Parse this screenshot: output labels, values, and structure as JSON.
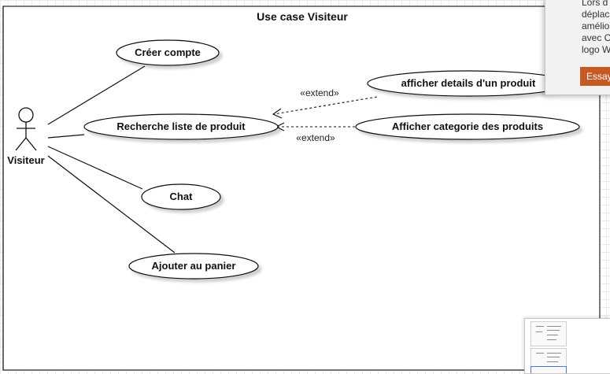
{
  "diagram": {
    "title": "Use case Visiteur",
    "actor": {
      "name": "Visiteur"
    },
    "use_cases": {
      "creer_compte": "Créer compte",
      "recherche": "Recherche liste de produit",
      "chat": "Chat",
      "ajouter_panier": "Ajouter au panier",
      "afficher_details": "afficher details d'un produit",
      "afficher_categorie": "Afficher categorie des produits"
    },
    "relations": {
      "extend_details": "«extend»",
      "extend_categorie": "«extend»"
    }
  },
  "popup": {
    "lines": [
      "Lors d",
      "déplace",
      "amélior",
      "avec Ca",
      "logo W"
    ],
    "button_label": "Essaye"
  },
  "colors": {
    "grid": "#e9e9e9",
    "line": "#111111",
    "popup_button": "#c55a24"
  }
}
